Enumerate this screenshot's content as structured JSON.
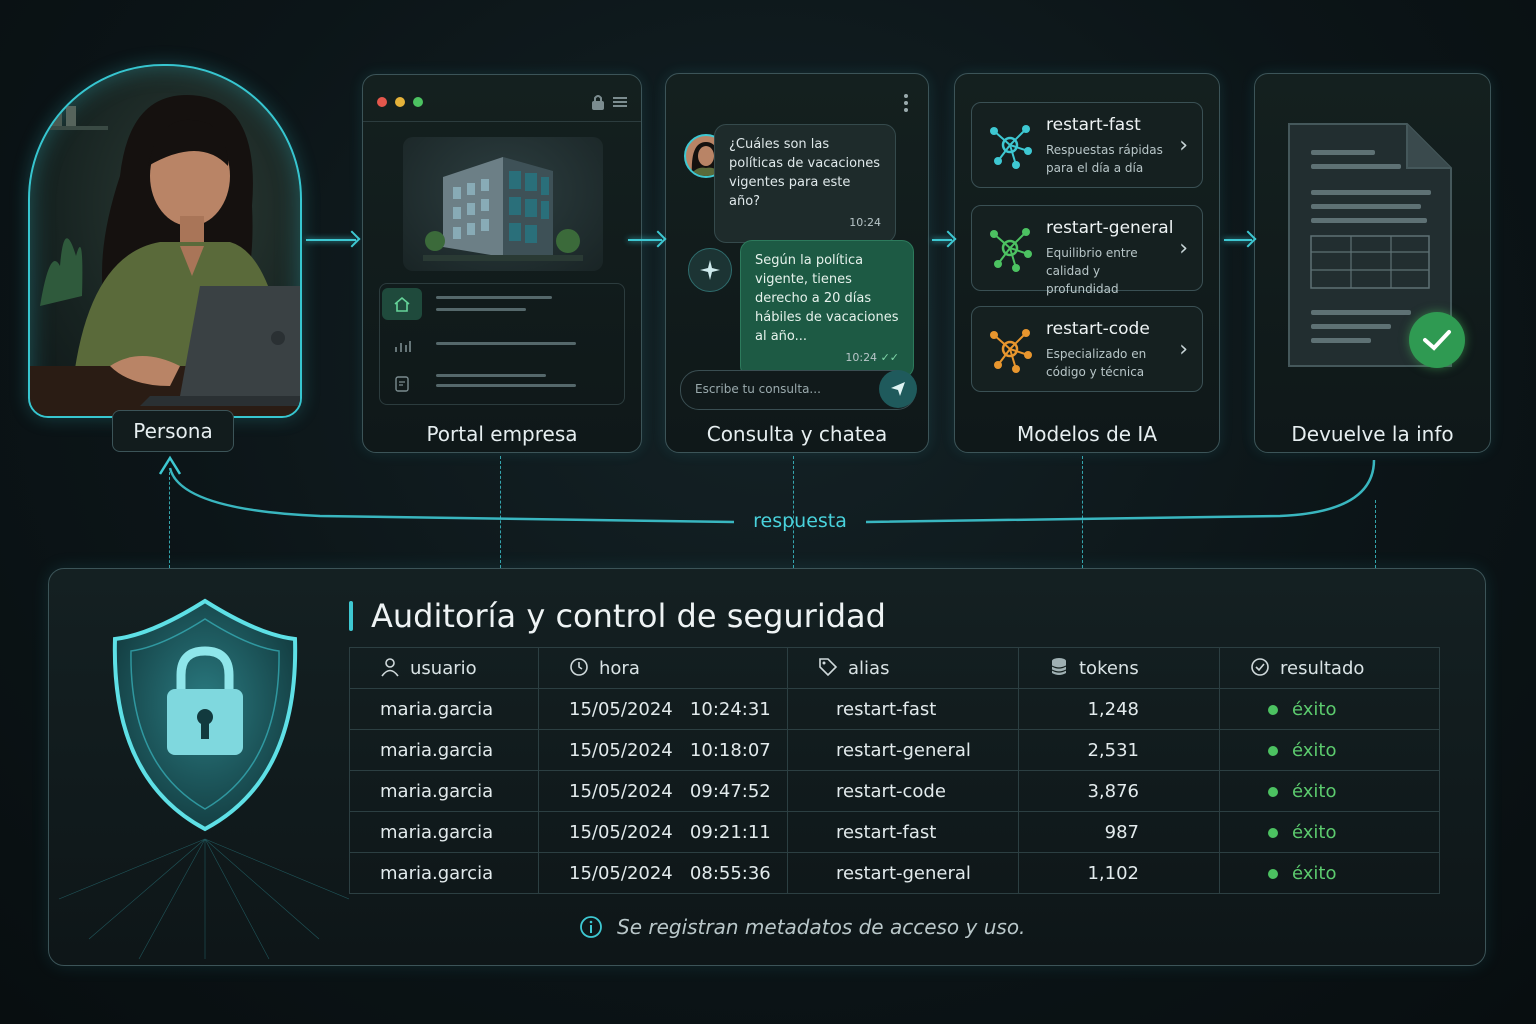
{
  "steps": {
    "persona": "Persona",
    "portal": "Portal empresa",
    "chat": "Consulta y chatea",
    "models": "Modelos de IA",
    "returns": "Devuelve la info"
  },
  "chat": {
    "question": "¿Cuáles son las políticas de vacaciones vigentes para este año?",
    "question_time": "10:24",
    "answer": "Según la política vigente, tienes derecho a 20 días hábiles de vacaciones al año...",
    "answer_time": "10:24",
    "input_placeholder": "Escribe tu consulta..."
  },
  "models": [
    {
      "name": "restart-fast",
      "desc": "Respuestas rápidas para el día a día",
      "color": "#3ec8d2"
    },
    {
      "name": "restart-general",
      "desc": "Equilibrio entre calidad y profundidad",
      "color": "#4cc261"
    },
    {
      "name": "restart-code",
      "desc": "Especializado en código y técnica",
      "color": "#e8962e"
    }
  ],
  "response_label": "respuesta",
  "audit": {
    "title": "Auditoría y control de seguridad",
    "headers": [
      "usuario",
      "hora",
      "alias",
      "tokens",
      "resultado"
    ],
    "rows": [
      [
        "maria.garcia",
        "15/05/2024   10:24:31",
        "restart-fast",
        "1,248",
        "éxito"
      ],
      [
        "maria.garcia",
        "15/05/2024   10:18:07",
        "restart-general",
        "2,531",
        "éxito"
      ],
      [
        "maria.garcia",
        "15/05/2024   09:47:52",
        "restart-code",
        "3,876",
        "éxito"
      ],
      [
        "maria.garcia",
        "15/05/2024   09:21:11",
        "restart-fast",
        "987",
        "éxito"
      ],
      [
        "maria.garcia",
        "15/05/2024   08:55:36",
        "restart-general",
        "1,102",
        "éxito"
      ]
    ],
    "note": "Se registran metadatos de acceso y uso."
  }
}
